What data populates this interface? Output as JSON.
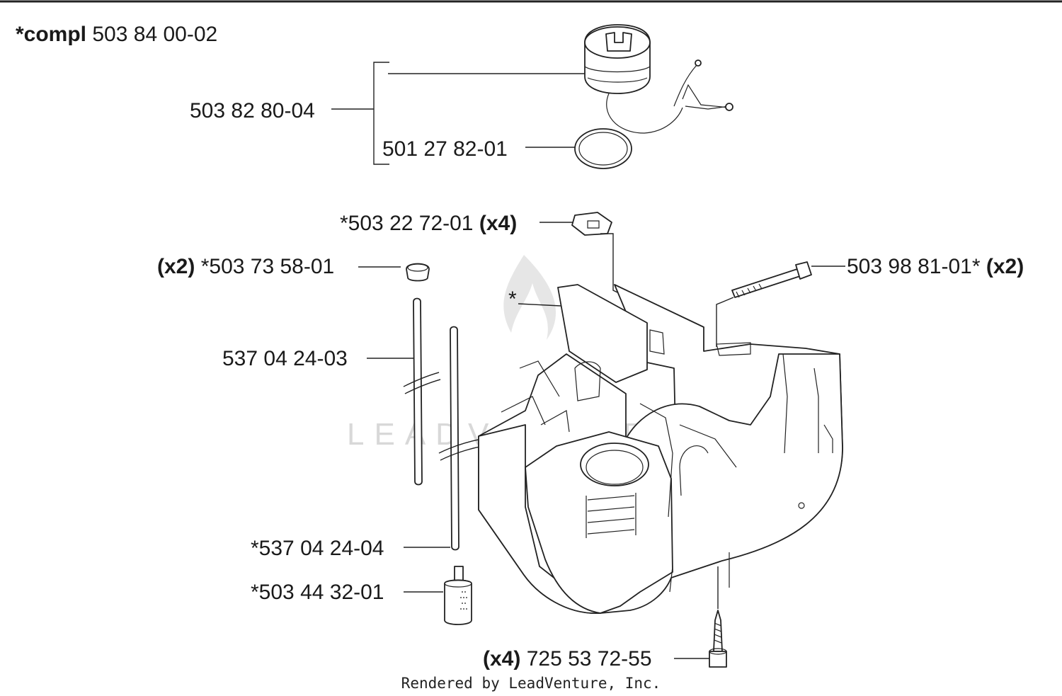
{
  "assembly": {
    "prefix": "*compl",
    "number": "503 84 00-02"
  },
  "callouts": {
    "fuel_cap_assy": {
      "qty": "",
      "number": "503 82 80-04"
    },
    "cap_oring": {
      "qty": "",
      "number": "501 27 82-01"
    },
    "clip": {
      "qty": "(x4)",
      "number": "*503 22 72-01"
    },
    "grommet": {
      "qty": "(x2)",
      "number": "*503 73 58-01"
    },
    "bolt": {
      "qty": "(x2)",
      "number": "503 98 81-01*"
    },
    "hose_1": {
      "qty": "",
      "number": "537 04 24-03"
    },
    "tank_star": {
      "qty": "",
      "number": "*"
    },
    "hose_2": {
      "qty": "",
      "number": "*537 04 24-04"
    },
    "filter": {
      "qty": "",
      "number": "*503 44 32-01"
    },
    "screw": {
      "qty": "(x4)",
      "number": "725 53 72-55"
    }
  },
  "footer": "Rendered by LeadVenture, Inc.",
  "watermark": "LEADVENTURE"
}
